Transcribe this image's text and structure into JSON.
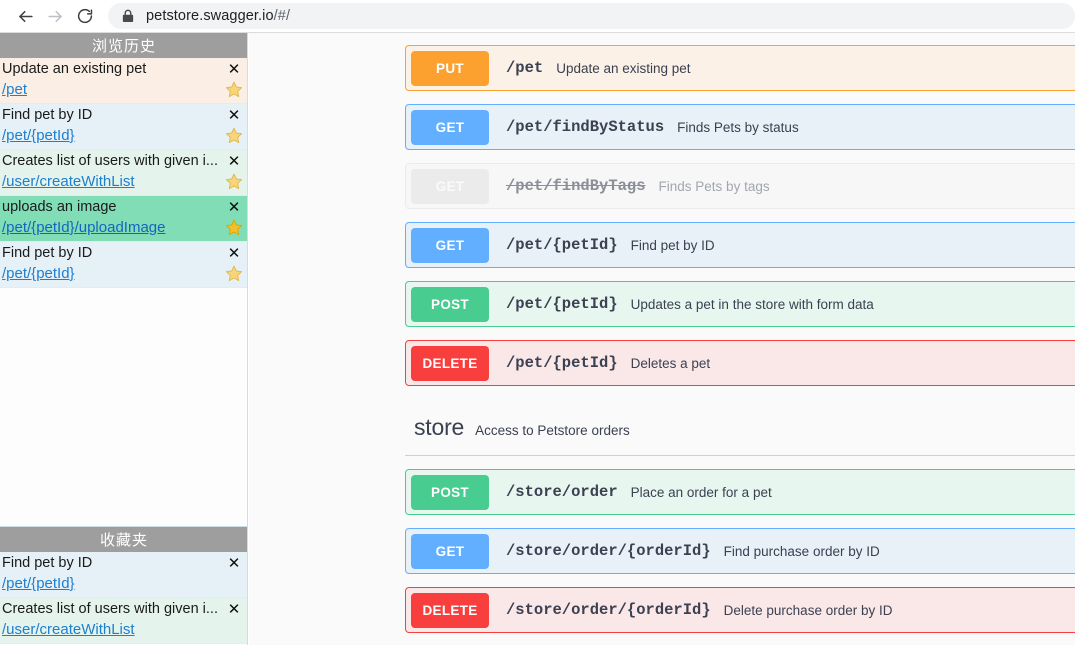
{
  "browser": {
    "back_label": "back-arrow",
    "forward_label": "forward-arrow",
    "reload_label": "reload",
    "lock_label": "lock",
    "url_host": "petstore.swagger.io",
    "url_path": "/#/"
  },
  "sidebar": {
    "history": {
      "title": "浏览历史",
      "entries": [
        {
          "summary": "Update an existing pet",
          "path": "/pet",
          "method": "put",
          "close": "✕",
          "starred": true,
          "highlighted": false
        },
        {
          "summary": "Find pet by ID",
          "path": "/pet/{petId}",
          "method": "get",
          "close": "✕",
          "starred": true,
          "highlighted": false
        },
        {
          "summary": "Creates list of users with given i...",
          "path": "/user/createWithList",
          "method": "post",
          "close": "✕",
          "starred": true,
          "highlighted": false
        },
        {
          "summary": "uploads an image",
          "path": "/pet/{petId}/uploadImage",
          "method": "post",
          "close": "✕",
          "starred": true,
          "highlighted": true
        },
        {
          "summary": "Find pet by ID",
          "path": "/pet/{petId}",
          "method": "get",
          "close": "✕",
          "starred": true,
          "highlighted": false
        }
      ]
    },
    "favorites": {
      "title": "收藏夹",
      "entries": [
        {
          "summary": "Find pet by ID",
          "path": "/pet/{petId}",
          "method": "get",
          "close": "✕",
          "starred": false,
          "highlighted": false
        },
        {
          "summary": "Creates list of users with given i...",
          "path": "/user/createWithList",
          "method": "post",
          "close": "✕",
          "starred": false,
          "highlighted": false
        }
      ]
    }
  },
  "main": {
    "operations_top": [
      {
        "method": "PUT",
        "style": "put",
        "path": "/pet",
        "description": "Update an existing pet",
        "deprecated": false
      },
      {
        "method": "GET",
        "style": "get",
        "path": "/pet/findByStatus",
        "description": "Finds Pets by status",
        "deprecated": false
      },
      {
        "method": "GET",
        "style": "get",
        "path": "/pet/findByTags",
        "description": "Finds Pets by tags",
        "deprecated": true
      },
      {
        "method": "GET",
        "style": "get",
        "path": "/pet/{petId}",
        "description": "Find pet by ID",
        "deprecated": false
      },
      {
        "method": "POST",
        "style": "post",
        "path": "/pet/{petId}",
        "description": "Updates a pet in the store with form data",
        "deprecated": false
      },
      {
        "method": "DELETE",
        "style": "delete",
        "path": "/pet/{petId}",
        "description": "Deletes a pet",
        "deprecated": false
      }
    ],
    "store_tag": {
      "name": "store",
      "description": "Access to Petstore orders"
    },
    "operations_store": [
      {
        "method": "POST",
        "style": "post",
        "path": "/store/order",
        "description": "Place an order for a pet",
        "deprecated": false
      },
      {
        "method": "GET",
        "style": "get",
        "path": "/store/order/{orderId}",
        "description": "Find purchase order by ID",
        "deprecated": false
      },
      {
        "method": "DELETE",
        "style": "delete",
        "path": "/store/order/{orderId}",
        "description": "Delete purchase order by ID",
        "deprecated": false
      }
    ]
  },
  "colors": {
    "put": "#fca130",
    "get": "#61affe",
    "post": "#49cc90",
    "delete": "#f93e3e",
    "deprecated": "#ebebeb",
    "panel_header": "#9e9e9e",
    "link": "#1d7fd1",
    "highlight_row": "#80ddb6"
  }
}
